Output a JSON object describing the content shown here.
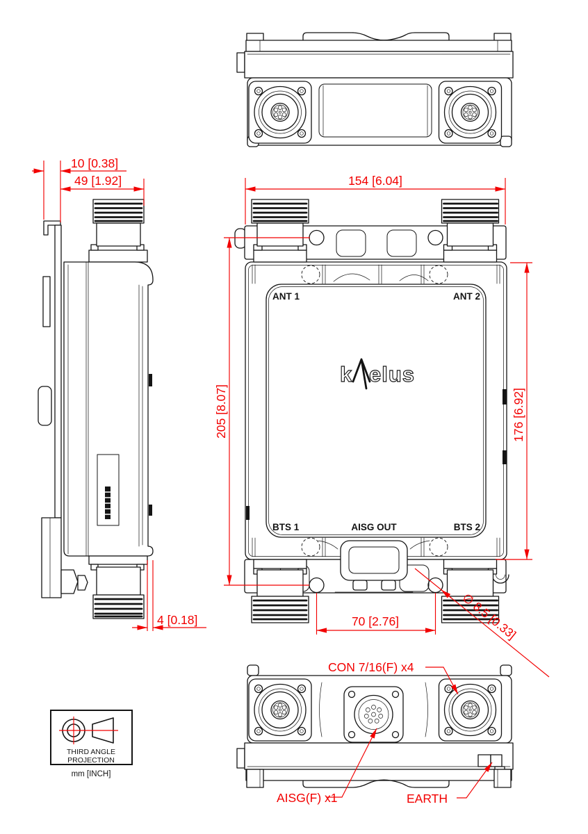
{
  "sheet": {
    "units_note": "mm [INCH]",
    "projection": {
      "line1": "THIRD ANGLE",
      "line2": "PROJECTION"
    }
  },
  "brand": {
    "prefix": "k",
    "suffix": "elus"
  },
  "panel_labels": {
    "ant1": "ANT 1",
    "ant2": "ANT 2",
    "bts1": "BTS 1",
    "bts2": "BTS 2",
    "aisg_out": "AISG OUT"
  },
  "dimensions": {
    "bracket_offset": "10 [0.38]",
    "bracket_depth": "49 [1.92]",
    "overall_width": "154 [6.04]",
    "mount_pitch_vertical": "205 [8.07]",
    "body_height": "176 [6.92]",
    "face_offset": "4 [0.18]",
    "mount_pitch_horizontal": "70 [2.76]",
    "mount_hole_diameter": "∅ 8.5 [0.33]"
  },
  "callouts": {
    "rf_connectors": "CON 7/16(F) x4",
    "aisg_connector": "AISG(F) x1",
    "earth": "EARTH"
  },
  "colors": {
    "dimension_red": "#f20000",
    "line_black": "#141414"
  }
}
